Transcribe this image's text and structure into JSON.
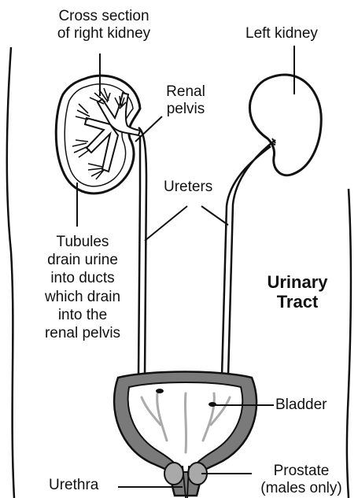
{
  "labels": {
    "cross_section": [
      "Cross section",
      "of right kidney"
    ],
    "left_kidney": "Left kidney",
    "renal_pelvis": [
      "Renal",
      "pelvis"
    ],
    "ureters": "Ureters",
    "tubules": [
      "Tubules",
      "drain urine",
      "into ducts",
      "which drain",
      "into the",
      "renal pelvis"
    ],
    "title": [
      "Urinary",
      "Tract"
    ],
    "bladder": "Bladder",
    "prostate": [
      "Prostate",
      "(males only)"
    ],
    "urethra": "Urethra"
  },
  "colors": {
    "ink": "#111111",
    "bladder_wall": "#7a7a7a",
    "tissue_gray": "#a9a9a9"
  }
}
